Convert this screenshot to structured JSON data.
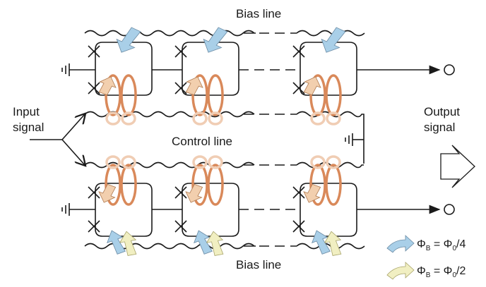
{
  "labels": {
    "bias_top": "Bias line",
    "bias_bottom": "Bias line",
    "input_line1": "Input",
    "input_line2": "signal",
    "output_line1": "Output",
    "output_line2": "signal",
    "control": "Control line"
  },
  "legend": {
    "blue_equation": "Φ",
    "blue_sub": "B",
    "blue_rhs": " = Φ",
    "blue_rhs_sub": "0",
    "blue_fraction": "/4",
    "yellow_equation": "Φ",
    "yellow_sub": "B",
    "yellow_rhs": " = Φ",
    "yellow_rhs_sub": "0",
    "yellow_fraction": "/2"
  },
  "colors": {
    "line": "#1a1a1a",
    "coil": "#d9895a",
    "coil_faded": "#f0cdb4",
    "flux_blue": "#a9cfe8",
    "flux_yellow": "#f1efc2",
    "flux_orange": "#f2cfae"
  }
}
